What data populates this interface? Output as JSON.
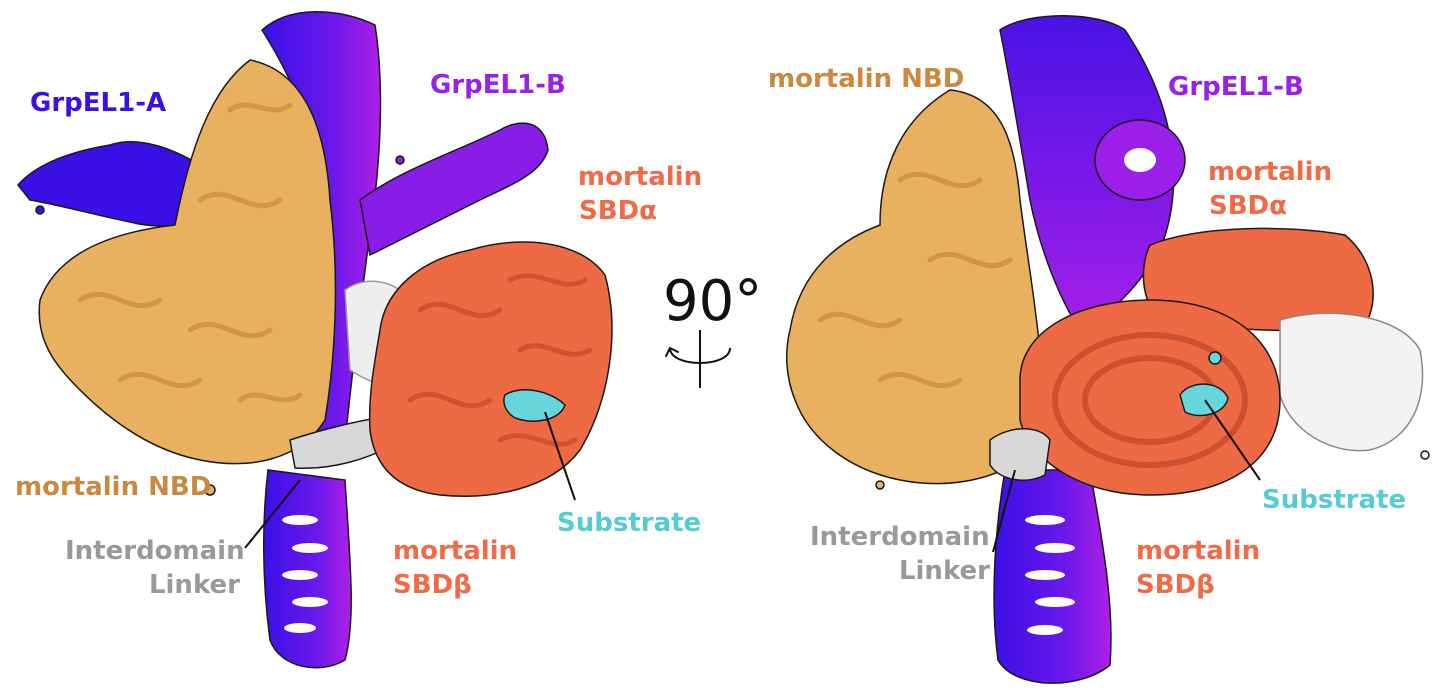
{
  "colors": {
    "grpel_a": "#3a10e6",
    "grpel_b": "#9b1fe8",
    "mortalin_nbd": "#e9b060",
    "mortalin_sbd": "#ee6a45",
    "linker": "#d8d8d8",
    "substrate": "#66d6dc"
  },
  "left_panel": {
    "grpel1_a": "GrpEL1-A",
    "grpel1_b": "GrpEL1-B",
    "sbd_alpha_1": "mortalin",
    "sbd_alpha_2": "SBDα",
    "nbd": "mortalin NBD",
    "substrate": "Substrate",
    "linker_1": "Interdomain",
    "linker_2": "Linker",
    "sbd_beta_1": "mortalin",
    "sbd_beta_2": "SBDβ"
  },
  "rotation": {
    "label": "90°",
    "icon": "rotate-arrow-icon"
  },
  "right_panel": {
    "nbd": "mortalin NBD",
    "grpel1_b": "GrpEL1-B",
    "sbd_alpha_1": "mortalin",
    "sbd_alpha_2": "SBDα",
    "substrate": "Substrate",
    "linker_1": "Interdomain",
    "linker_2": "Linker",
    "sbd_beta_1": "mortalin",
    "sbd_beta_2": "SBDβ"
  }
}
